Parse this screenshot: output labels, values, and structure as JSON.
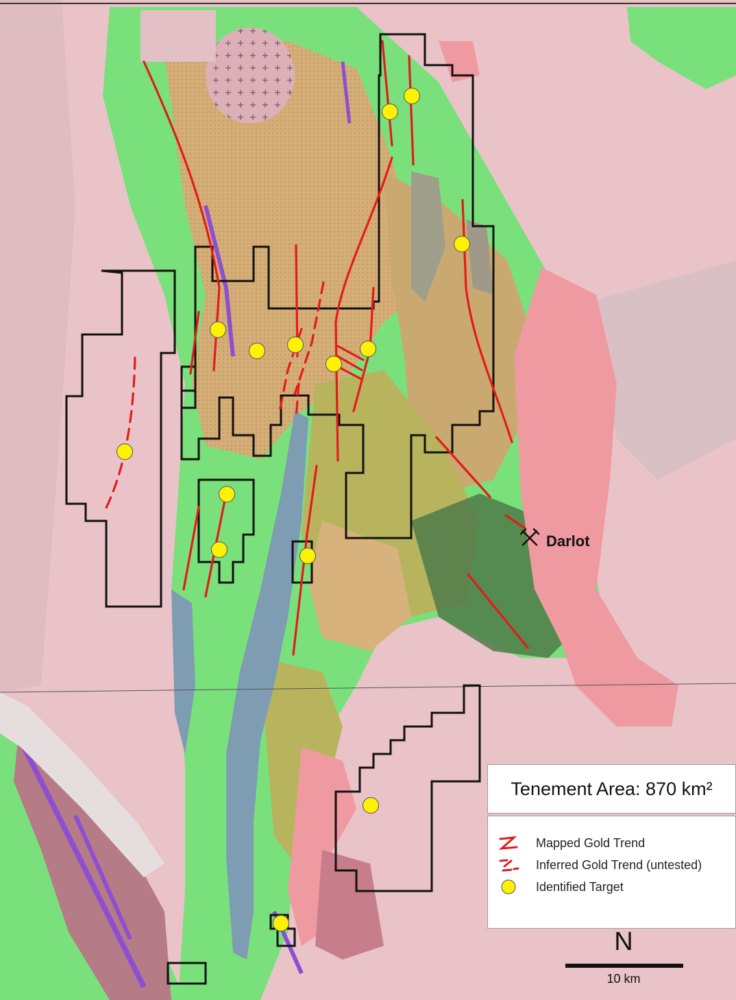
{
  "tenement_area": "Tenement Area: 870 km²",
  "legend": {
    "mapped_trend": "Mapped Gold Trend",
    "inferred_trend": "Inferred Gold Trend (untested)",
    "target": "Identified Target"
  },
  "north_label": "N",
  "scale_label": "10 km",
  "mine_label": "Darlot",
  "colors": {
    "granite_pink": "#e9c3c8",
    "greenstone_green": "#7ae07c",
    "sediment_tan": "#d7b27c",
    "olive": "#b8b45e",
    "blue_unit": "#7e9cb2",
    "dark_green": "#4f7a4a",
    "purple_dyke": "#8d4fd1",
    "salmon_intrusive": "#ef9aa0",
    "gold_trend": "#e41b1b",
    "target_fill": "#fff200",
    "tenement_outline": "#111111"
  },
  "icons": [
    "pick-axe-mine-icon",
    "north-arrow-icon"
  ]
}
